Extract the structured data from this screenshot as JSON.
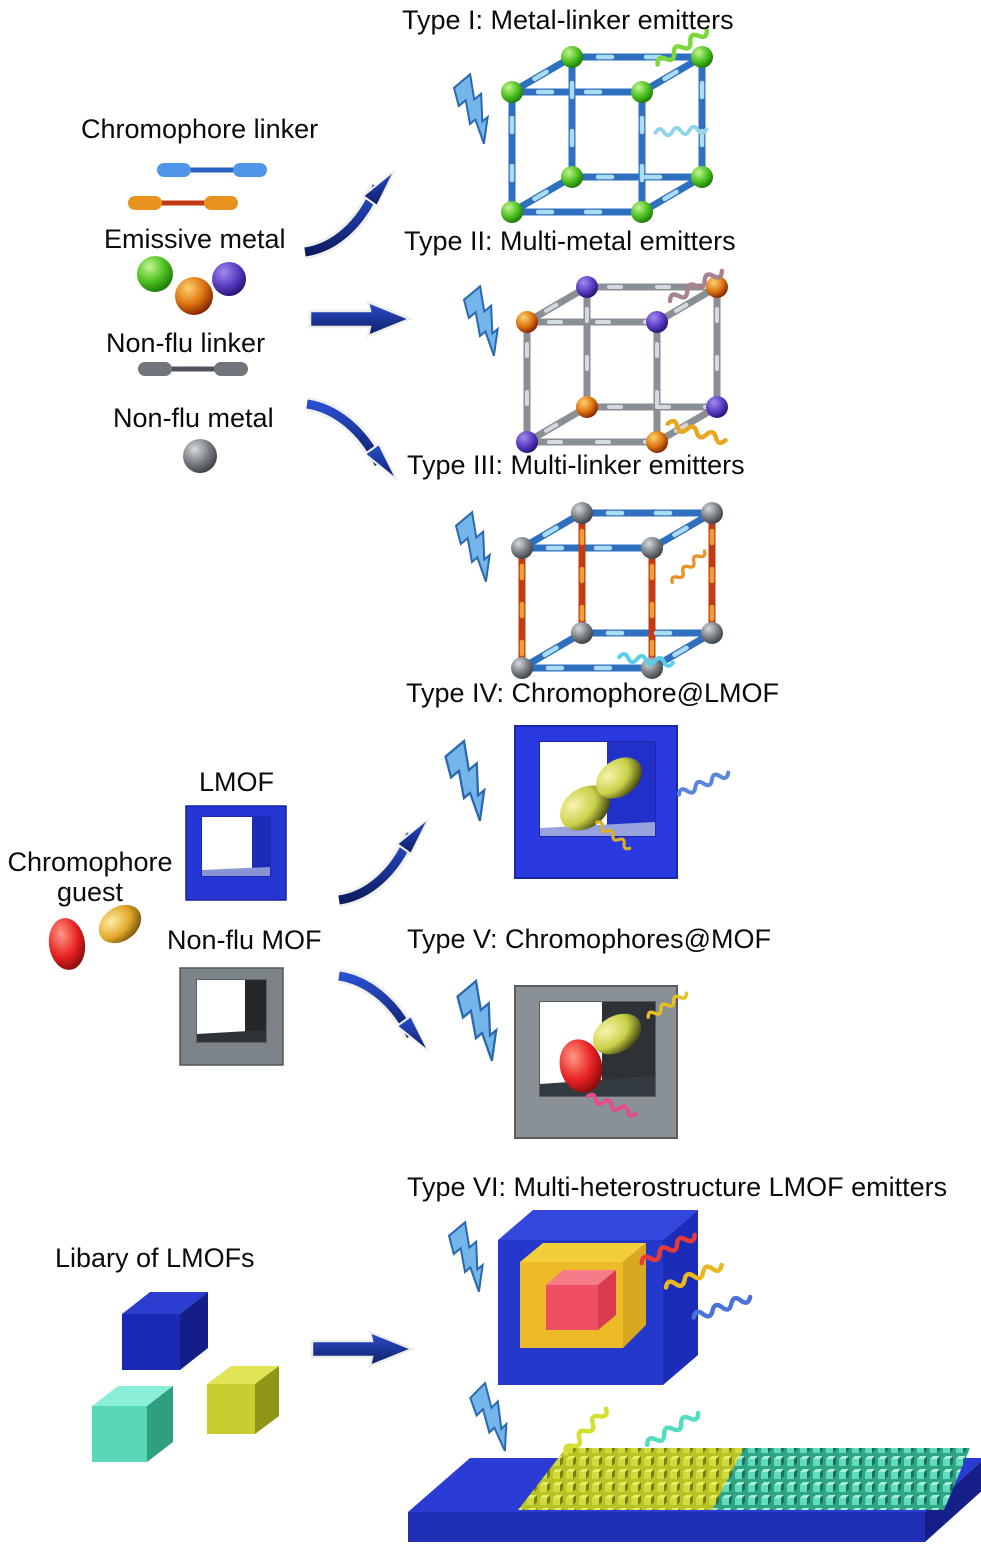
{
  "titles": {
    "type1": "Type I: Metal-linker emitters",
    "type2": "Type II: Multi-metal emitters",
    "type3": "Type III: Multi-linker emitters",
    "type4": "Type IV: Chromophore@LMOF",
    "type5": "Type V: Chromophores@MOF",
    "type6": "Type VI: Multi-heterostructure LMOF emitters"
  },
  "legend": {
    "chromophore_linker": "Chromophore linker",
    "emissive_metal": "Emissive metal",
    "non_flu_linker": "Non-flu linker",
    "non_flu_metal": "Non-flu metal",
    "lmof": "LMOF",
    "chromophore_guest_line1": "Chromophore",
    "chromophore_guest_line2": "guest",
    "non_flu_mof": "Non-flu MOF",
    "library_of_lmofs": "Libary of LMOFs"
  },
  "colors": {
    "excitation_bolt": "#74b6ea",
    "arrow_navy": "#14307e",
    "linker_blue": "#3a7fd0",
    "linker_orange": "#e8931f",
    "linker_gray": "#70767b",
    "metal_green": "#4fc322",
    "metal_orange": "#dd7711",
    "metal_purple": "#5b3ec4",
    "metal_gray": "#7a8085",
    "emission_green": "#7bd83a",
    "emission_cyan": "#8fd4e8",
    "emission_mauve": "#a8838f",
    "emission_orange": "#e8a81f",
    "emission_blue": "#5a85d8",
    "emission_yellow": "#d8b020",
    "emission_pink": "#e84a8a",
    "emission_red": "#e83a3a",
    "emission_teal": "#55dcc0",
    "lmof_blue": "#2636d4",
    "mof_gray": "#7d8489",
    "guest_red": "#e82222",
    "guest_yellow": "#e0a828",
    "guest_yellowgreen": "#c9d048",
    "shell_yellow": "#eebb28",
    "core_red": "#ee4d62",
    "cube_blue": "#1b2ab4",
    "cube_teal": "#58d8b8",
    "cube_yellow": "#c8cc2e"
  }
}
